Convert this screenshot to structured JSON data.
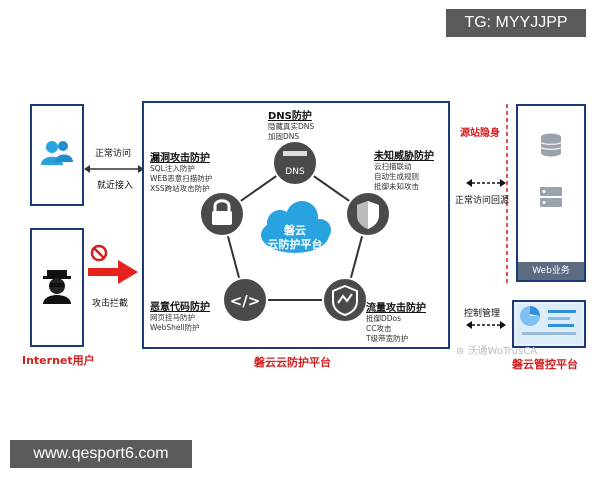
{
  "watermark_top": "TG: MYYJJPP",
  "watermark_bottom": "www.qesport6.com",
  "left": {
    "internet_users": "Internet用户",
    "normal_access": "正常访问",
    "nearby_access": "就近接入",
    "attack_intercept": "攻击拦截"
  },
  "platform": {
    "label": "磐云云防护平台",
    "center_line1": "磐云",
    "center_line2": "云防护平台",
    "nodes": [
      {
        "icon": "dns-server-icon",
        "icon_text": "DNS"
      },
      {
        "icon": "shield-icon"
      },
      {
        "icon": "lightning-shield-icon"
      },
      {
        "icon": "code-brackets-icon",
        "icon_text": "</>"
      },
      {
        "icon": "lock-icon"
      }
    ],
    "dns": {
      "title": "DNS防护",
      "items": [
        "隐藏真实DNS",
        "加固DNS"
      ]
    },
    "vuln": {
      "title": "漏洞攻击防护",
      "items": [
        "SQL注入防护",
        "WEB恶意扫描防护",
        "XSS跨站攻击防护"
      ]
    },
    "unknown": {
      "title": "未知威胁防护",
      "items": [
        "云扫描联动",
        "自动生成规则",
        "抵御未知攻击"
      ]
    },
    "malware": {
      "title": "恶意代码防护",
      "items": [
        "网页挂马防护",
        "WebShell防护"
      ]
    },
    "traffic": {
      "title": "流量攻击防护",
      "items": [
        "抵御DDos",
        "CC攻击",
        "T级带宽防护"
      ]
    }
  },
  "right": {
    "origin_hidden": "源站隐身",
    "normal_backsource": "正常访问回源",
    "web_business": "Web业务",
    "control_mgmt": "控制管理",
    "control_platform": "磐云管控平台",
    "wechat_watermark": "沃通WoTrusCA"
  },
  "colors": {
    "frame": "#1b3a7a",
    "accent_red": "#d21f1f",
    "icon_gray": "#4a4a4a",
    "cloud_blue": "#29a3e0"
  }
}
